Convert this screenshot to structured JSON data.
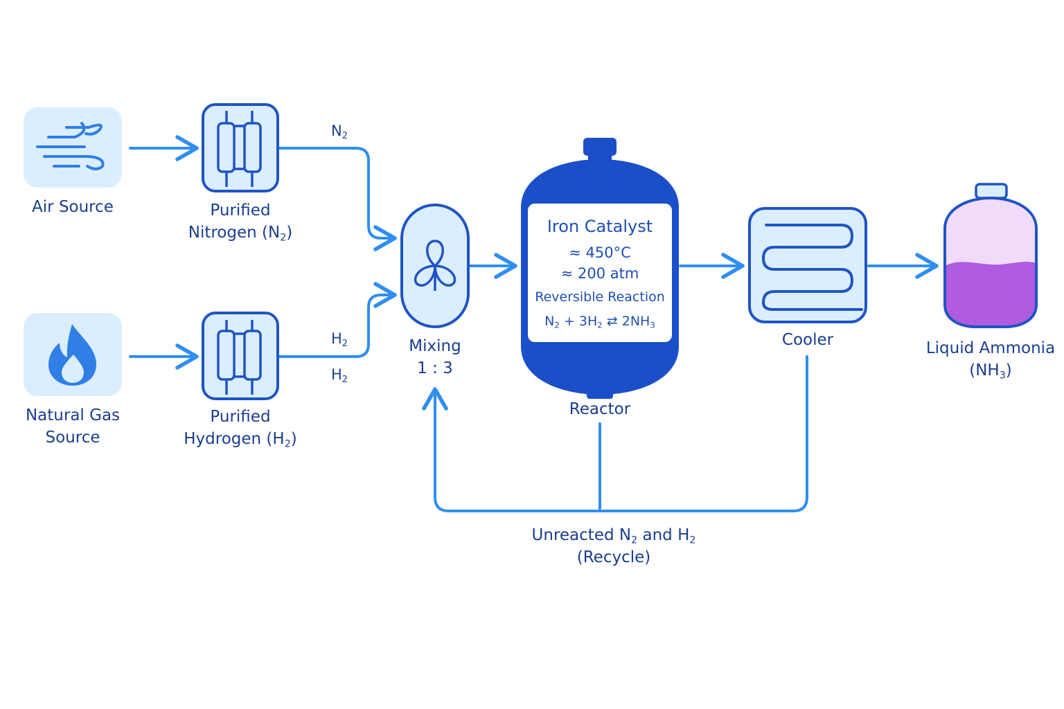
{
  "colors": {
    "flow_line": "#2f8ef0",
    "box_fill": "#dbeeff",
    "box_stroke": "#1f54c4",
    "reactor_fill": "#1b4fc9",
    "text": "#1a3d8f",
    "ammonia_liquid": "#b05be0",
    "ammonia_vapor": "#f0dcfa"
  },
  "icons": {
    "air": "wind-icon",
    "gas": "flame-icon",
    "purifier": "filter-column-icon",
    "mixer": "propeller-icon",
    "cooler": "coil-icon",
    "tank": "tank-icon"
  },
  "nodes": {
    "air_source": {
      "lines": [
        "Air Source"
      ]
    },
    "natural_gas_source": {
      "lines": [
        "Natural Gas",
        "Source"
      ]
    },
    "purified_nitrogen": {
      "line1": "Purified",
      "line2_pre": "Nitrogen (N",
      "line2_sub": "2",
      "line2_post": ")"
    },
    "purified_hydrogen": {
      "line1": "Purified",
      "line2_pre": "Hydrogen (H",
      "line2_sub": "2",
      "line2_post": ")"
    },
    "mixing": {
      "lines": [
        "Mixing",
        "1 : 3"
      ]
    },
    "reactor": {
      "label": "Reactor"
    },
    "cooler": {
      "label": "Cooler"
    },
    "liquid_ammonia": {
      "line1": "Liquid Ammonia",
      "line2_pre": "(NH",
      "line2_sub": "3",
      "line2_post": ")"
    }
  },
  "reactor_panel": {
    "title": "Iron Catalyst",
    "temperature": "≈ 450°C",
    "pressure": "≈ 200 atm",
    "reaction_label": "Reversible Reaction",
    "equation": {
      "p1": "N",
      "s1": "2",
      "p2": " + 3H",
      "s2": "2",
      "p3": " ⇄ 2NH",
      "s3": "3"
    }
  },
  "flow_labels": {
    "n2": {
      "pre": "N",
      "sub": "2"
    },
    "h2_upper": {
      "pre": "H",
      "sub": "2"
    },
    "h2_lower": {
      "pre": "H",
      "sub": "2"
    }
  },
  "recycle": {
    "line1": {
      "p1": "Unreacted N",
      "s1": "2",
      "p2": " and H",
      "s2": "2"
    },
    "line2": "(Recycle)"
  }
}
